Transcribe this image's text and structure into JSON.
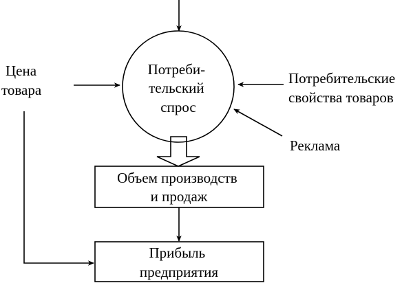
{
  "nodes": {
    "demand": {
      "lines": [
        "Потреби-",
        "тельский",
        "спрос"
      ]
    },
    "volume": {
      "lines": [
        "Объем производств",
        "и продаж"
      ]
    },
    "profit": {
      "lines": [
        "Прибыль",
        "предприятия"
      ]
    }
  },
  "factors": {
    "price": {
      "lines": [
        "Цена",
        "товара"
      ]
    },
    "properties": {
      "lines": [
        "Потребительские",
        "свойства товаров"
      ]
    },
    "advertising": {
      "label": "Реклама"
    }
  }
}
